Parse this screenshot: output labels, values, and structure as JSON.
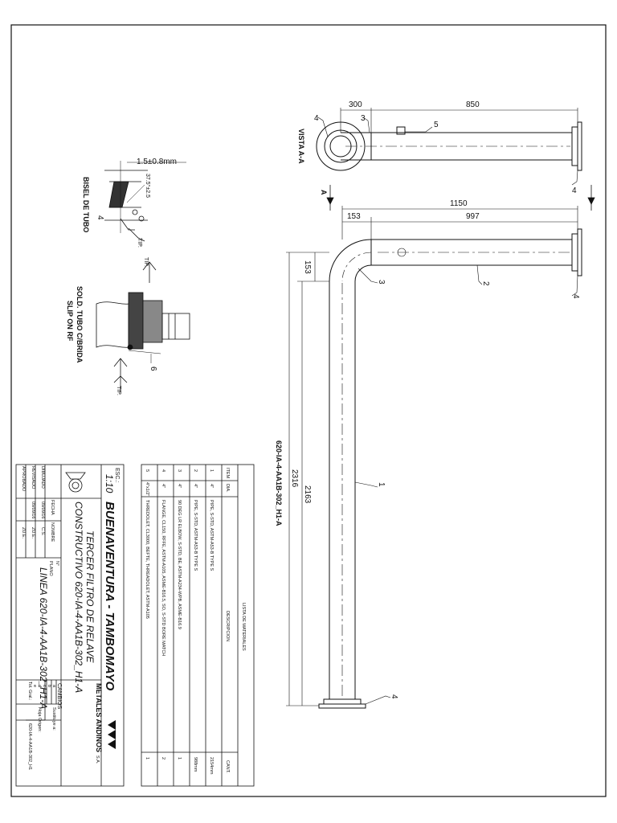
{
  "view_title": "VISTA A-A",
  "section_marker": "A",
  "view_a": {
    "dim_left": "300",
    "dim_right": "850",
    "callout_3": "3",
    "callout_4a": "4",
    "callout_4b": "4",
    "callout_5": "5"
  },
  "main_view": {
    "dim_top_total": "1150",
    "dim_top_left": "153",
    "dim_top_right": "997",
    "dim_side_153": "153",
    "dim_vertical_total": "2316",
    "dim_vertical_inner": "2163",
    "callout_1": "1",
    "callout_2": "2",
    "callout_3": "3",
    "callout_4a": "4",
    "callout_4b": "4",
    "line_label": "620-IA-4-AA1B-302_H1-A"
  },
  "bevel_detail": {
    "gap": "1.5±0.8mm",
    "angle": "37.5°±2.5",
    "label": "BISEL DE TUBO",
    "callout": "4",
    "tip1": "TIP.",
    "tip2": "TIP."
  },
  "flange_detail": {
    "label_line1": "SOLD. TUBO C/BRIDA",
    "label_line2": "SLIP ON RF",
    "callout": "6",
    "tip": "TIP."
  },
  "bom": {
    "title": "LISTA DE MATERIALES",
    "headers": {
      "item": "ITEM",
      "dia": "DIA.",
      "desc": "DESCRIPCION",
      "qty": "CANT."
    },
    "rows": [
      {
        "item": "1",
        "dia": "4\"",
        "desc": "PIPE, S-STD, ASTM-A53-B TYPE S",
        "qty": "2154mm"
      },
      {
        "item": "2",
        "dia": "4\"",
        "desc": "PIPE, S-STD, ASTM-A53-B TYPE S",
        "qty": "988mm"
      },
      {
        "item": "3",
        "dia": "4\"",
        "desc": "90 DEG LR ELBOW, S-STD, BE, ASTM-A234-WPB, ASME-B16.9",
        "qty": "1"
      },
      {
        "item": "4",
        "dia": "4\"",
        "desc": "FLANGE, CL150, RFFE, ASTM-A105, ASME-B16.5, SO, S-STD BORE MATCH",
        "qty": "2"
      },
      {
        "item": "5",
        "dia": "4\"x1/2\"",
        "desc": "THREDOLET, CL3000, BEFTE, THREADOLET, ASTM-A105",
        "qty": "1"
      }
    ]
  },
  "title_block": {
    "esc_label": "ESC.:",
    "esc_value": "1:10",
    "client": "BUENAVENTURA - TAMBOMAYO",
    "project_line1": "TERCER FILTRO DE RELAVE",
    "project_line2": "CONSTRUCTIVO 620-IA-4-AA1B-302_H1-A",
    "plan_label": "PLANO",
    "plan_value": "LINEA 620-IA-4-AA1B-302_H1-A",
    "no_label": "N°",
    "fecha_label": "FECHA",
    "nombre_label": "NOMBRE",
    "dibujado": "DIBUJADO",
    "revisado": "REVISADO",
    "aprobado": "APROBADO",
    "dib_fecha": "09/09/16",
    "dib_nombre": "C.S.",
    "rev_fecha": "09/09/16",
    "rev_nombre": "ZU.E.",
    "apr_nombre": "ZU.E.",
    "company": "METALES ANDINOS",
    "company_suffix": "S.A.",
    "cambios": "CAMBIOS",
    "tol_gral": "Tol. Gral.:",
    "cambio_letters": [
      "a",
      "b",
      "c",
      "d",
      "e"
    ],
    "sustituye": "Sustituye a:",
    "hoja_origen": "Hoja Origen:",
    "hoja_value": "620-IA-4-AA1B-302_H1"
  }
}
